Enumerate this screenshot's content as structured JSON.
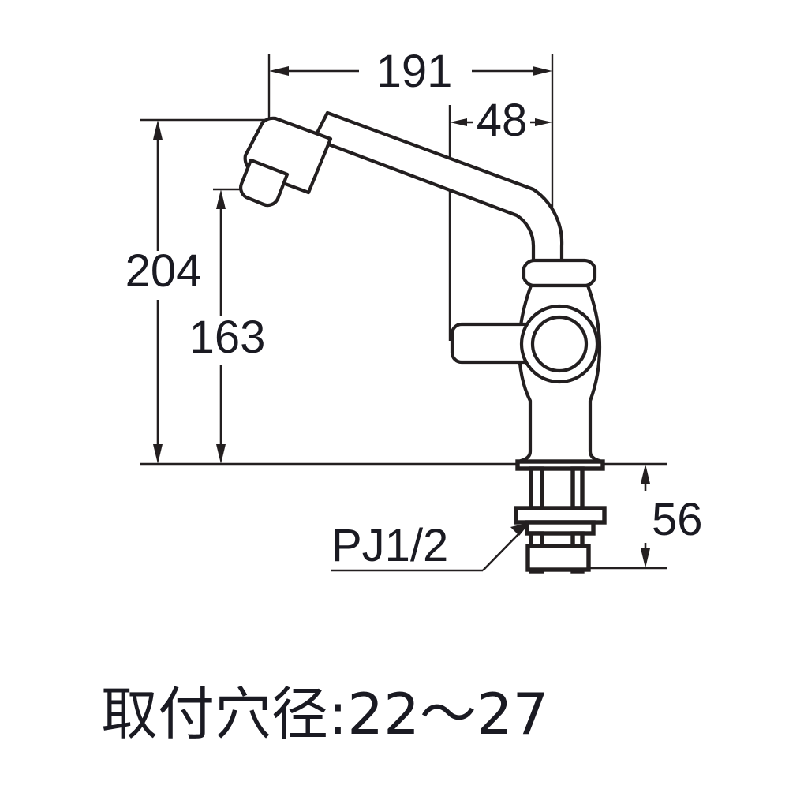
{
  "drawing": {
    "title": "水栓 寸法図",
    "product_type": "single-lever-faucet",
    "units": "mm",
    "line_color": "#231f20",
    "text_color": "#1a1a22",
    "background_color": "#ffffff"
  },
  "dimensions": {
    "spout_reach": {
      "label": "191",
      "orientation": "horizontal",
      "position": "top"
    },
    "body_offset": {
      "label": "48",
      "orientation": "horizontal",
      "position": "top-right"
    },
    "total_height": {
      "label": "204",
      "orientation": "vertical",
      "position": "left-outer"
    },
    "spout_height": {
      "label": "163",
      "orientation": "vertical",
      "position": "left-inner"
    },
    "shank_length": {
      "label": "56",
      "orientation": "vertical",
      "position": "right"
    }
  },
  "annotations": {
    "thread": {
      "label": "PJ1/2",
      "leader": "points-to-threaded-shank"
    }
  },
  "caption": {
    "text": "取付穴径:22〜27",
    "meaning": "mounting-hole-diameter"
  }
}
